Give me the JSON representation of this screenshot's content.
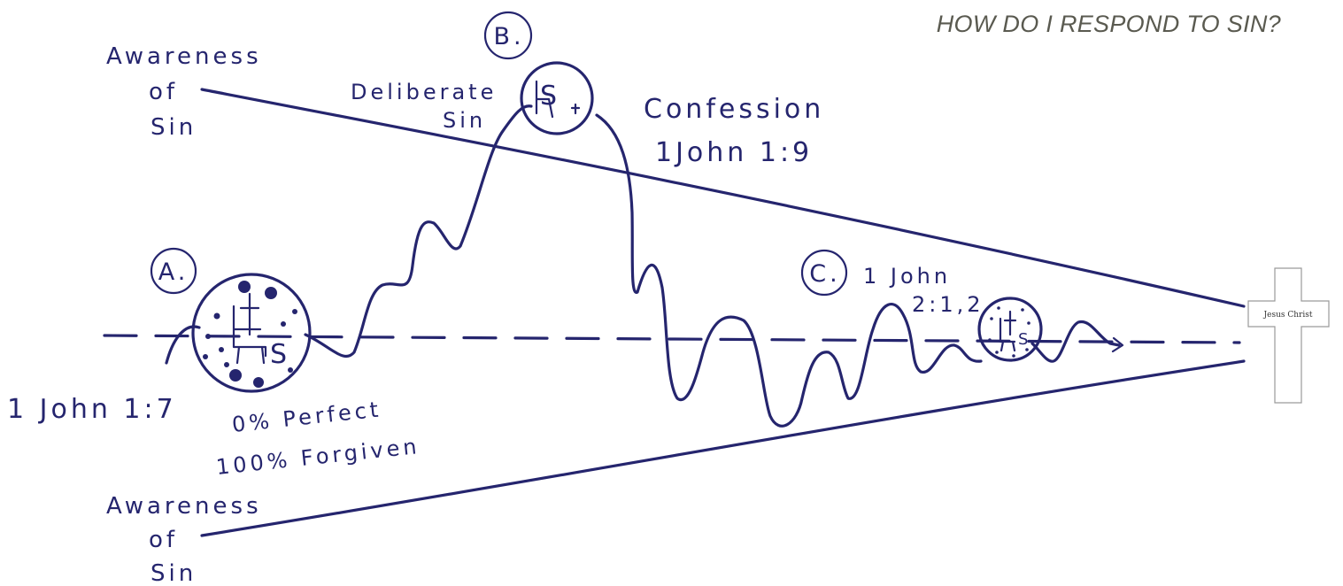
{
  "title": "HOW DO I RESPOND TO SIN?",
  "labels": {
    "awareness_top": [
      "Awareness",
      "of",
      "Sin"
    ],
    "awareness_bottom": [
      "Awareness",
      "of",
      "Sin"
    ],
    "marker_a": "A.",
    "marker_b": "B.",
    "marker_c": "C.",
    "deliberate_sin": [
      "Deliberate",
      "Sin"
    ],
    "confession": [
      "Confession",
      "1John 1:9"
    ],
    "john_1_7": "1 John 1:7",
    "perfect": "0% Perfect",
    "forgiven": "100% Forgiven",
    "john_2_1_2": [
      "1 John",
      "2:1,2"
    ],
    "cross_label": "Jesus Christ",
    "s_letter": "S"
  },
  "colors": {
    "ink": "#25256e",
    "title": "#5a5a50"
  }
}
